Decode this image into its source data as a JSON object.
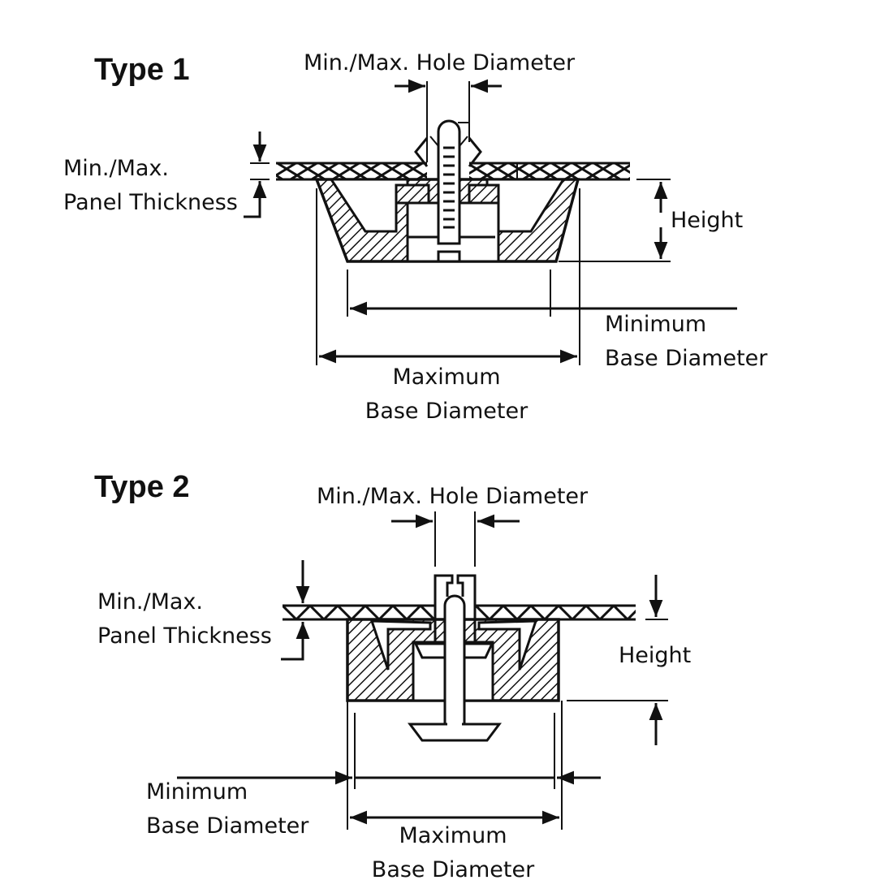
{
  "diagrams": [
    {
      "title": "Type 1",
      "labels": {
        "hole_diameter": "Min./Max. Hole Diameter",
        "panel_thickness_line1": "Min./Max.",
        "panel_thickness_line2": "Panel Thickness",
        "height": "Height",
        "min_base_line1": "Minimum",
        "min_base_line2": "Base Diameter",
        "max_base_line1": "Maximum",
        "max_base_line2": "Base Diameter"
      }
    },
    {
      "title": "Type 2",
      "labels": {
        "hole_diameter": "Min./Max. Hole Diameter",
        "panel_thickness_line1": "Min./Max.",
        "panel_thickness_line2": "Panel Thickness",
        "height": "Height",
        "min_base_line1": "Minimum",
        "min_base_line2": "Base Diameter",
        "max_base_line1": "Maximum",
        "max_base_line2": "Base Diameter"
      }
    }
  ],
  "colors": {
    "line": "#111111",
    "background": "#ffffff"
  }
}
